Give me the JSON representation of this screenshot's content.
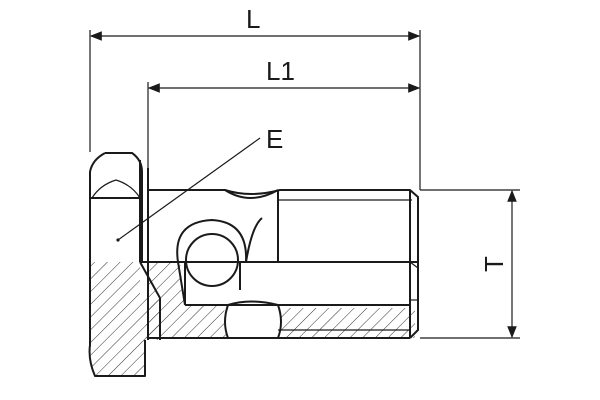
{
  "labels": {
    "overall_length": "L",
    "thread_length": "L1",
    "hole_label": "E",
    "thread_label": "T"
  },
  "colors": {
    "line": "#1a1a1a",
    "background": "#ffffff"
  }
}
